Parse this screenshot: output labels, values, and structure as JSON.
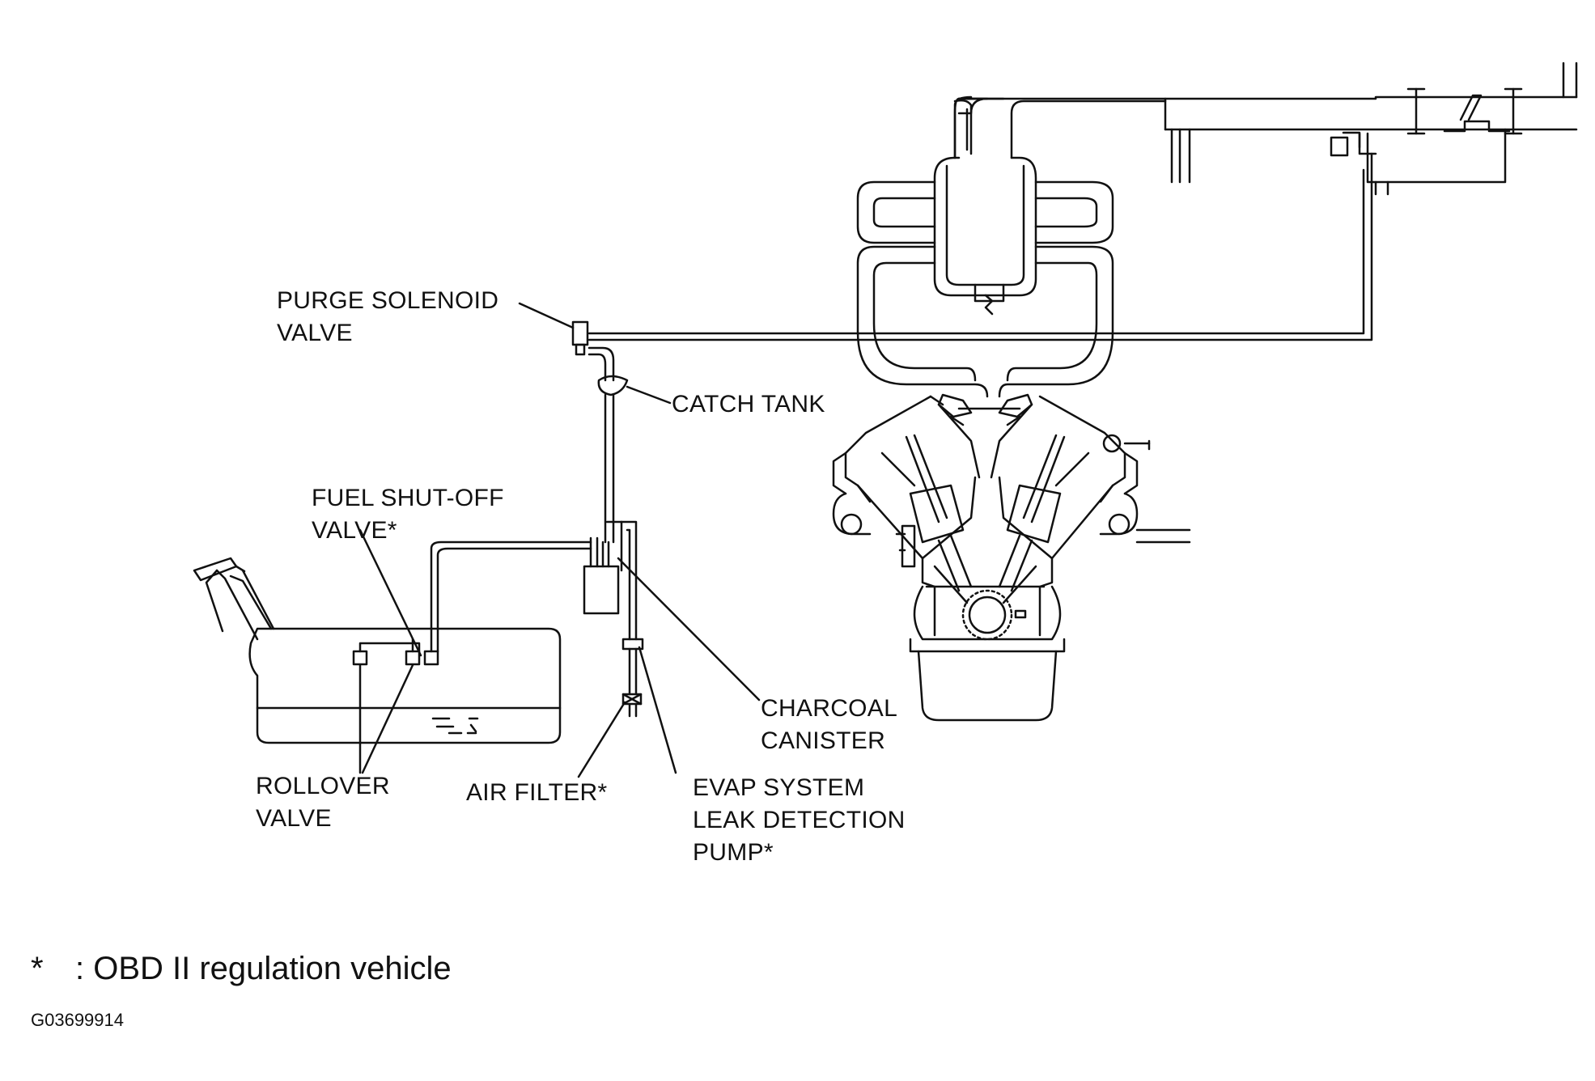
{
  "labels": {
    "purge_solenoid_valve": [
      "PURGE SOLENOID",
      "VALVE"
    ],
    "catch_tank": [
      "CATCH TANK"
    ],
    "fuel_shutoff_valve": [
      "FUEL SHUT-OFF",
      "VALVE*"
    ],
    "charcoal_canister": [
      "CHARCOAL",
      "CANISTER"
    ],
    "rollover_valve": [
      "ROLLOVER",
      "VALVE"
    ],
    "air_filter": [
      "AIR FILTER*"
    ],
    "evap_leak_detection_pump": [
      "EVAP SYSTEM",
      "LEAK DETECTION",
      "PUMP*"
    ]
  },
  "footnote": {
    "symbol": "*",
    "text": ": OBD II regulation vehicle"
  },
  "figure_id": "G03699914",
  "colors": {
    "line": "#111111",
    "background": "#ffffff"
  }
}
